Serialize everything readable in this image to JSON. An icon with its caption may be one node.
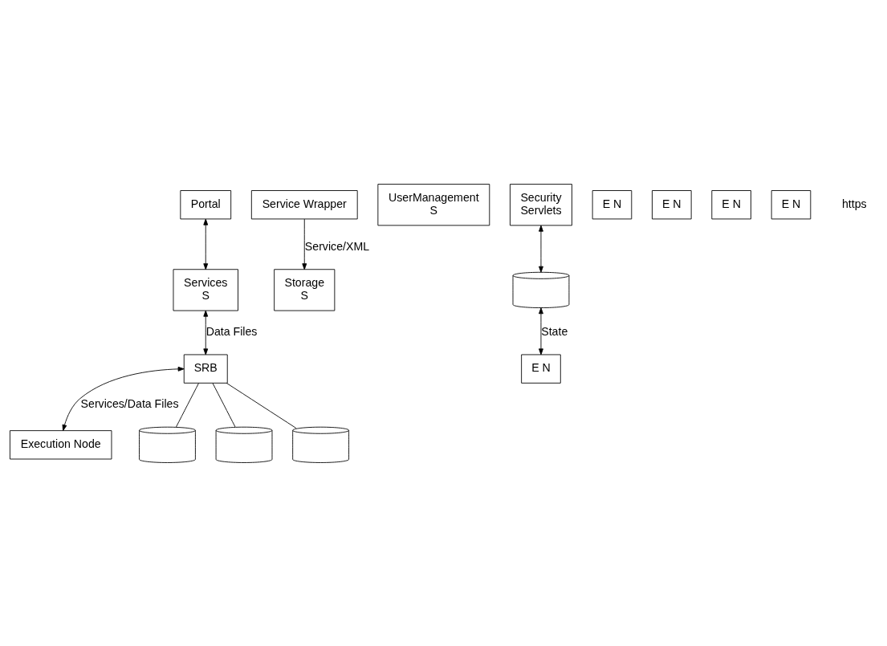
{
  "diagram": {
    "nodes": [
      {
        "text": [
          "Portal"
        ]
      },
      {
        "text": [
          "Service Wrapper"
        ]
      },
      {
        "text": [
          "Services",
          "S"
        ]
      },
      {
        "text": [
          "Storage",
          "S"
        ]
      },
      {
        "text": [
          "UserManagement",
          "S"
        ]
      },
      {
        "text": [
          "Security",
          "Servlets"
        ]
      },
      {
        "text": [
          "SRB"
        ]
      },
      {
        "text": [],
        "shape": "cylinder"
      },
      {
        "text": [
          "E N"
        ]
      },
      {
        "text": [
          "E N"
        ]
      },
      {
        "text": [
          "E N"
        ]
      },
      {
        "text": [
          "E N"
        ]
      },
      {
        "text": [
          "E N"
        ]
      },
      {
        "text": [
          "Execution Node"
        ]
      },
      {
        "text": [],
        "shape": "cylinder"
      },
      {
        "text": [],
        "shape": "cylinder"
      },
      {
        "text": [],
        "shape": "cylinder"
      }
    ],
    "edges": [
      {
        "from": 0,
        "to": 2,
        "arrow": "both"
      },
      {
        "from": 1,
        "to": 3,
        "arrow": "to",
        "label": "Service/XML"
      },
      {
        "from": 2,
        "to": 6,
        "arrow": "both",
        "label": "Data Files"
      },
      {
        "from": 5,
        "to": 7,
        "arrow": "both"
      },
      {
        "from": 7,
        "to": 8,
        "arrow": "both",
        "label": "State"
      },
      {
        "from": 6,
        "to": 13,
        "arrow": "both",
        "label": "Services/Data Files"
      },
      {
        "from": 6,
        "to": 14,
        "arrow": "none"
      },
      {
        "from": 6,
        "to": 15,
        "arrow": "none"
      },
      {
        "from": 6,
        "to": 16,
        "arrow": "none"
      }
    ],
    "labels": [
      "https"
    ]
  }
}
